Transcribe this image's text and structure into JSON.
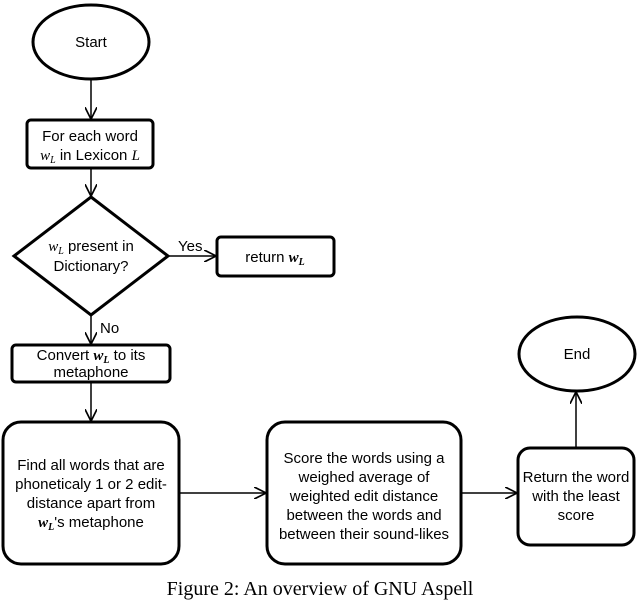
{
  "nodes": {
    "start": {
      "label": "Start"
    },
    "for_each": {
      "line1": "For each word",
      "var": "w",
      "sub": "L",
      "line2_rest": "in Lexicon",
      "lexicon": "L"
    },
    "decision": {
      "var": "w",
      "sub": "L",
      "line1_rest": "present in",
      "line2": "Dictionary?"
    },
    "return_wl": {
      "text": "return",
      "var": "w",
      "sub": "L"
    },
    "convert": {
      "line1_pre": "Convert",
      "var": "w",
      "sub": "L",
      "line1_post": "to its",
      "line2": "metaphone"
    },
    "find_all": {
      "line1": "Find all words that are",
      "line2": "phoneticaly 1 or 2 edit-",
      "line3": "distance apart from",
      "var": "w",
      "sub": "L",
      "line4_post": "'s metaphone"
    },
    "score": {
      "line1": "Score the words using a",
      "line2": "weighed average of",
      "line3": "weighted edit distance",
      "line4": "between the words and",
      "line5": "between their sound-likes"
    },
    "return_least": {
      "line1": "Return the word",
      "line2": "with the least",
      "line3": "score"
    },
    "end": {
      "label": "End"
    }
  },
  "edges": {
    "yes_label": "Yes",
    "no_label": "No"
  },
  "caption": "Figure 2: An overview of GNU Aspell"
}
